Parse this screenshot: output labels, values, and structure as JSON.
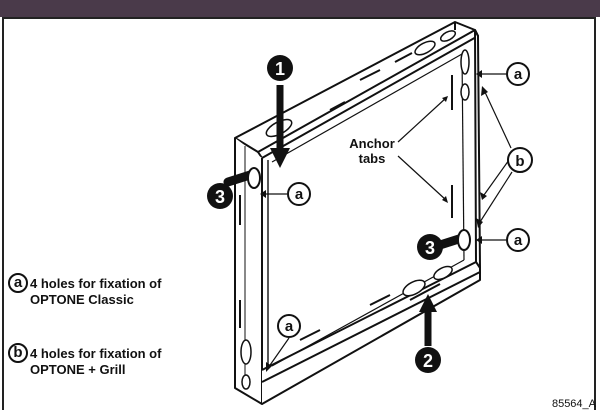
{
  "callouts": {
    "step1": "1",
    "step2": "2",
    "step3": "3",
    "a": "a",
    "b": "b"
  },
  "anchor_label": {
    "line1": "Anchor",
    "line2": "tabs"
  },
  "legend": [
    {
      "badge": "a",
      "line1": "4 holes for fixation of",
      "line2": "OPTONE Classic"
    },
    {
      "badge": "b",
      "line1": "4 holes for fixation of",
      "line2": "OPTONE + Grill"
    }
  ],
  "reference": "85564_A",
  "colors": {
    "bar": "#4a3a4a",
    "ink": "#111111"
  }
}
